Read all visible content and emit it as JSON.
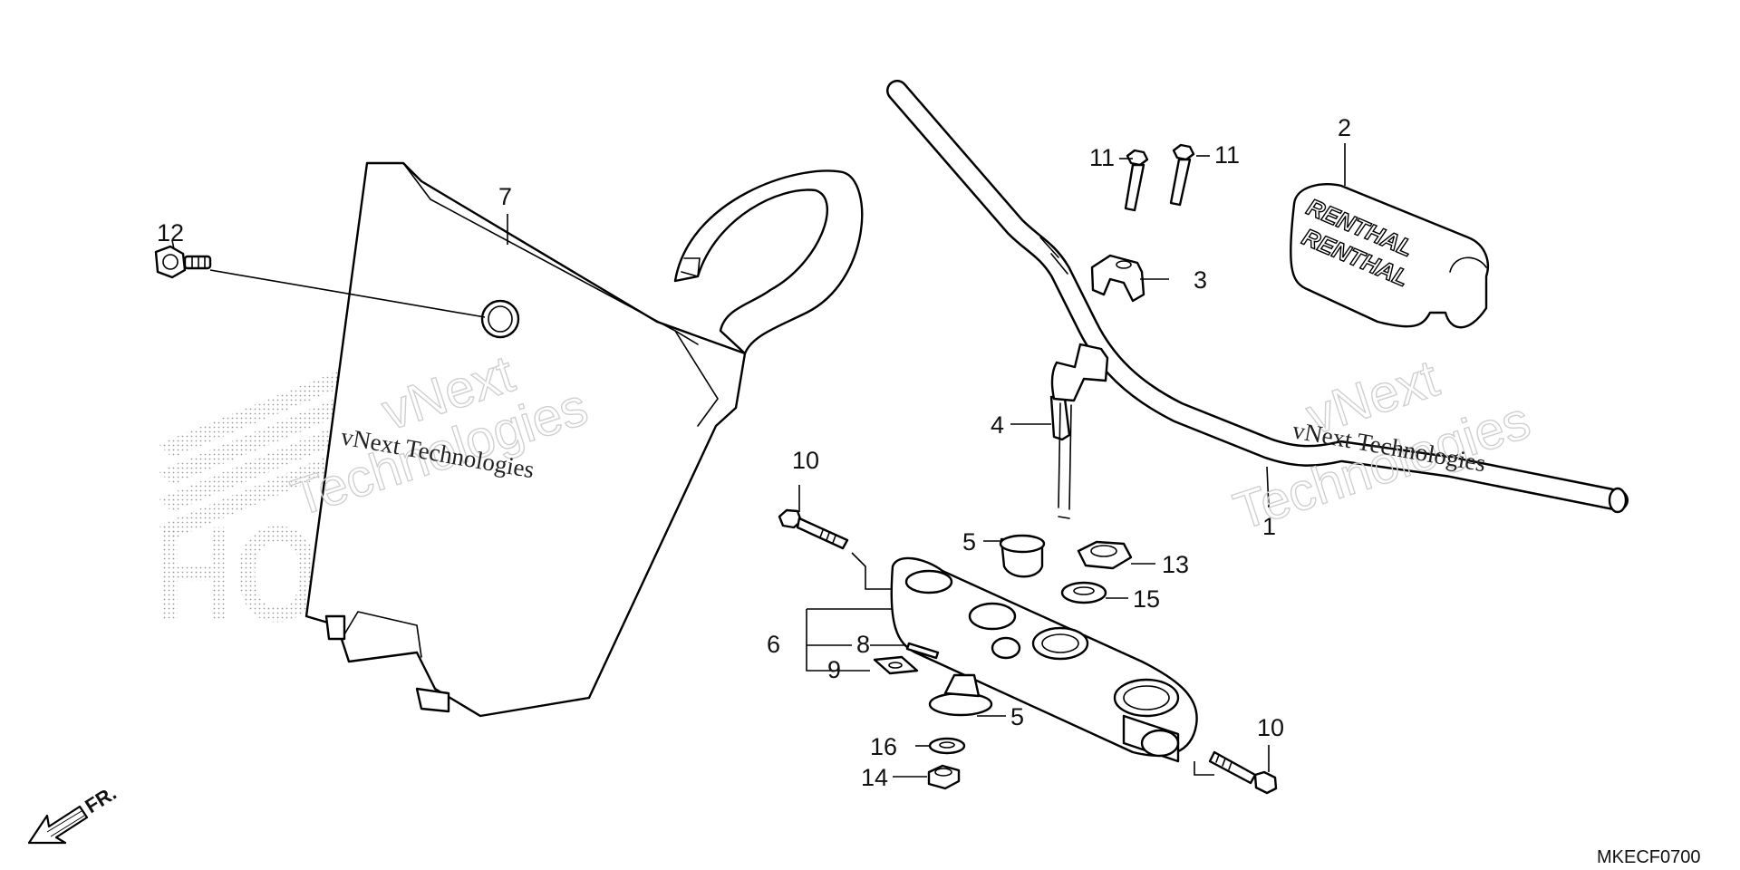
{
  "diagram": {
    "code": "MKECF0700",
    "direction_label": "FR.",
    "watermark": {
      "text": "vNext Technologies",
      "line1": "vNext",
      "line2": "Technologies"
    },
    "logo_text": "HONDA",
    "pad_brand": "RENTHAL",
    "callouts": {
      "handlebar": "1",
      "handlebar_pad": "2",
      "handlebar_upper_holder": "3",
      "handlebar_lower_holder": "4",
      "rubber_bushing_upper": "5",
      "rubber_bushing_lower": "5",
      "top_bridge": "6",
      "number_plate": "7",
      "part_8": "8",
      "part_9": "9",
      "bolt_left": "10",
      "bolt_right": "10",
      "holder_bolt_left": "11",
      "holder_bolt_right": "11",
      "plate_bolt": "12",
      "nut_13": "13",
      "nut_14": "14",
      "washer_15": "15",
      "washer_16": "16"
    },
    "colors": {
      "line": "#000000",
      "background": "#ffffff",
      "watermark": "#d0d0d0"
    }
  }
}
